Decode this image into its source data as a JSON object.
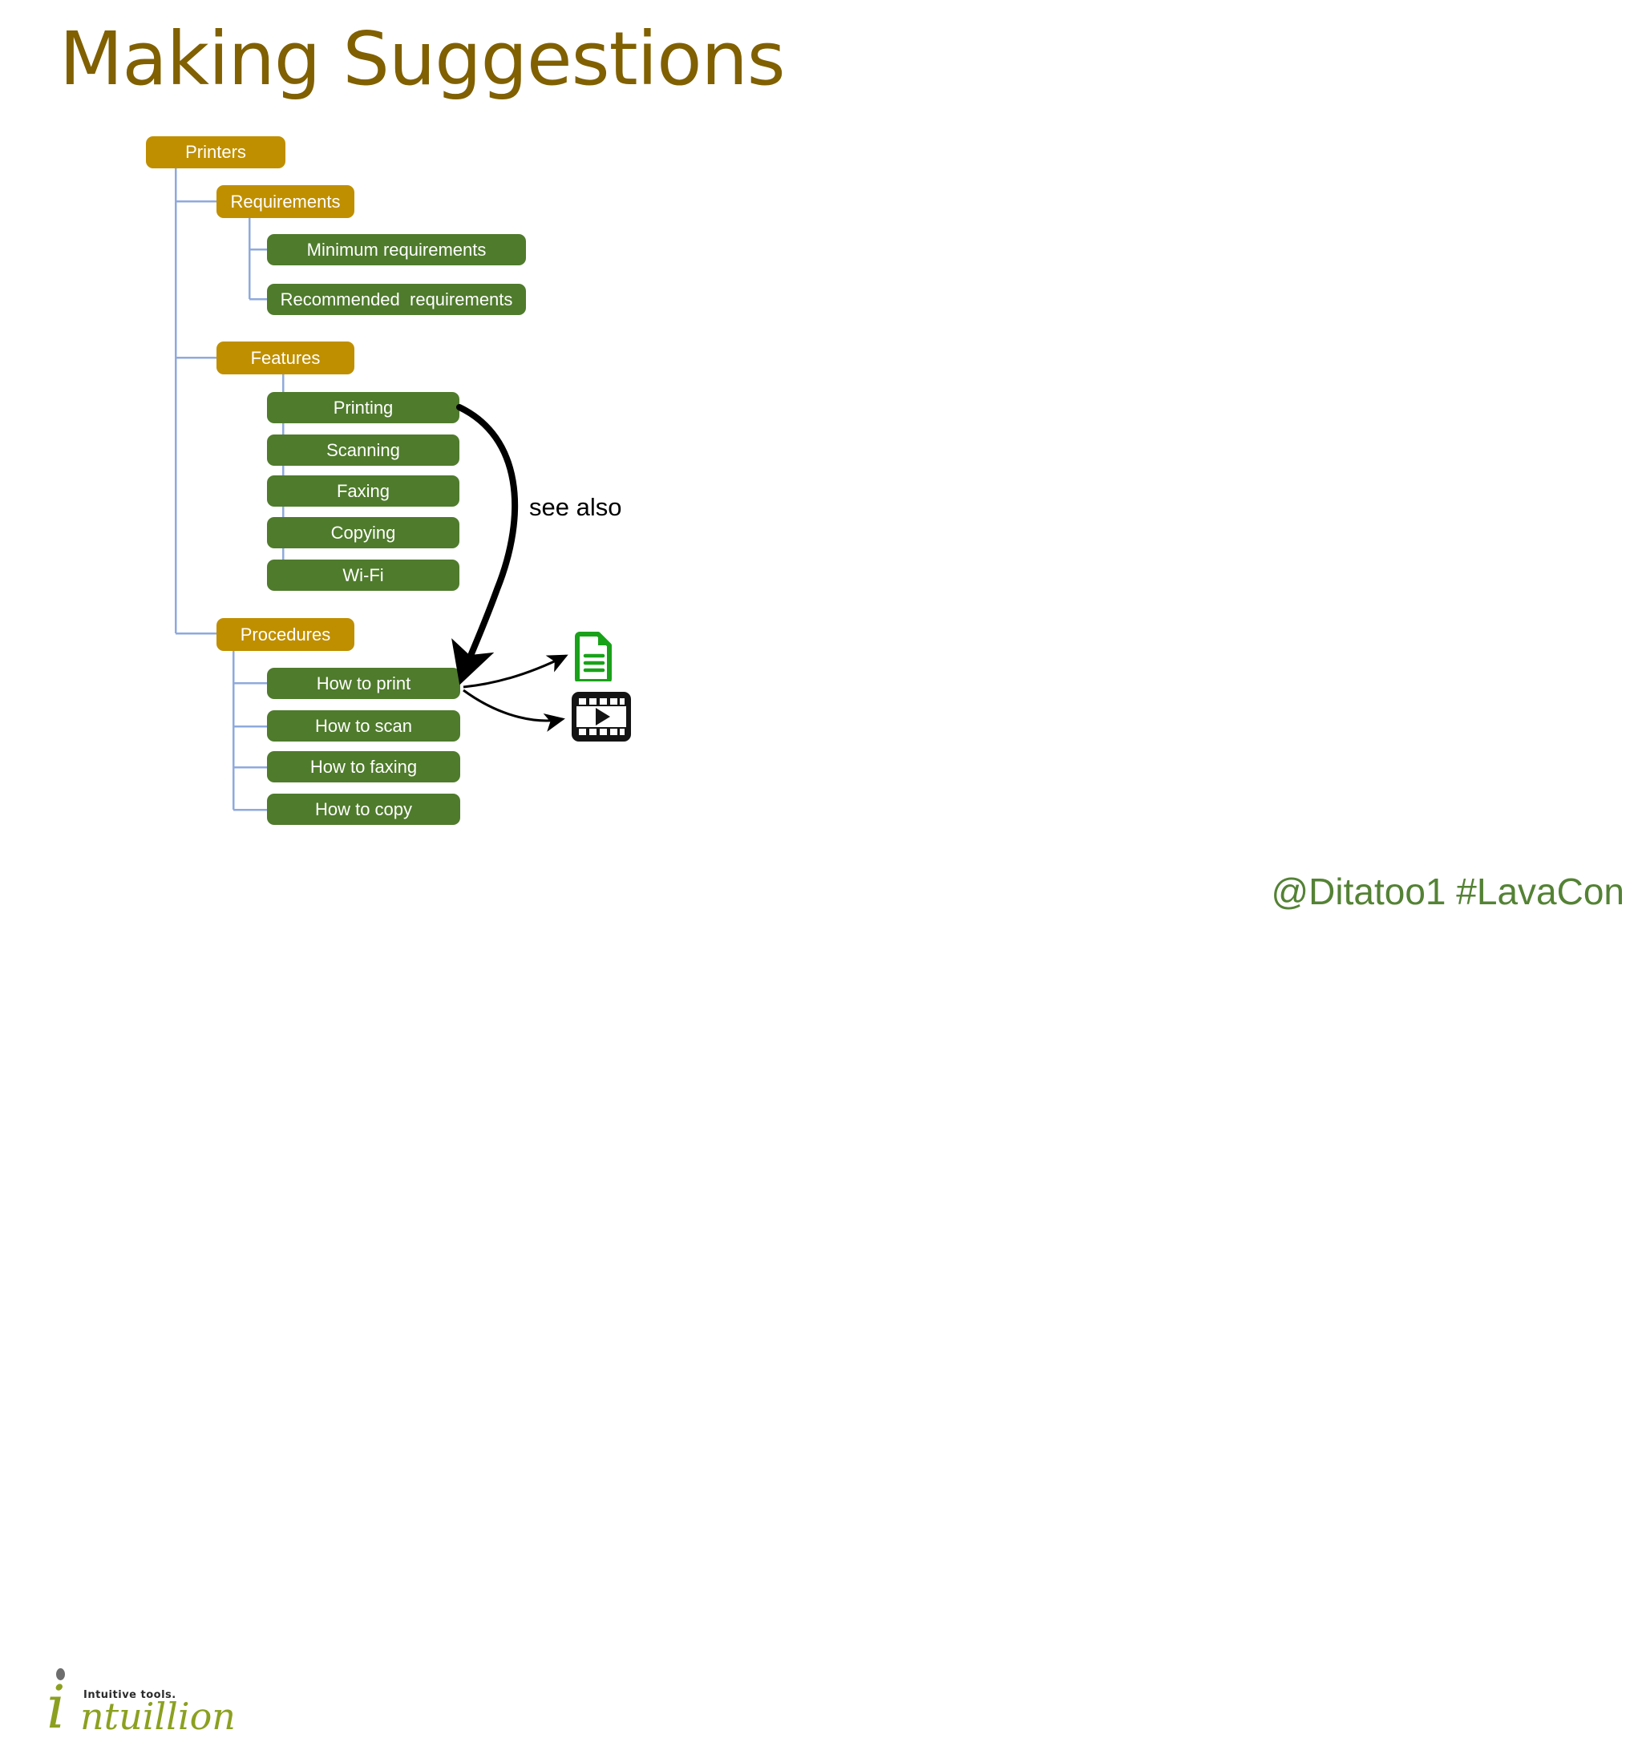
{
  "slide": {
    "title": "Making Suggestions",
    "background_color": "#FFFFFF",
    "title_color": "#806000"
  },
  "palette": {
    "gold_node": "#BF8F00",
    "green_node": "#4F7B2C",
    "connector_line": "#8FAADC",
    "arrow_black": "#000000",
    "doc_icon_green": "#19A219",
    "footer_green": "#548235",
    "logo_olive": "#8CA020"
  },
  "tree": {
    "root": {
      "label": "Printers",
      "level": 0,
      "style": "gold"
    },
    "branches": [
      {
        "label": "Requirements",
        "level": 1,
        "style": "gold",
        "children": [
          {
            "label": "Minimum requirements",
            "style": "green"
          },
          {
            "label": "Recommended  requirements",
            "style": "green"
          }
        ]
      },
      {
        "label": "Features",
        "level": 1,
        "style": "gold",
        "children": [
          {
            "label": "Printing",
            "style": "green"
          },
          {
            "label": "Scanning",
            "style": "green"
          },
          {
            "label": "Faxing",
            "style": "green"
          },
          {
            "label": "Copying",
            "style": "green"
          },
          {
            "label": "Wi-Fi",
            "style": "green"
          }
        ]
      },
      {
        "label": "Procedures",
        "level": 1,
        "style": "gold",
        "children": [
          {
            "label": "How to print",
            "style": "green"
          },
          {
            "label": "How to scan",
            "style": "green"
          },
          {
            "label": "How to faxing",
            "style": "green"
          },
          {
            "label": "How to copy",
            "style": "green"
          }
        ]
      }
    ]
  },
  "annotations": {
    "see_also_label": "see also",
    "see_also_from": "Printing",
    "see_also_to": "How to print"
  },
  "attachments": [
    {
      "icon": "document-icon",
      "from": "How to print"
    },
    {
      "icon": "video-icon",
      "from": "How to print"
    }
  ],
  "logo": {
    "initial": "i",
    "wordmark": "ntuillion",
    "tagline": "Intuitive tools."
  },
  "footer": {
    "handle": "@Ditatoo1 #LavaCon"
  }
}
